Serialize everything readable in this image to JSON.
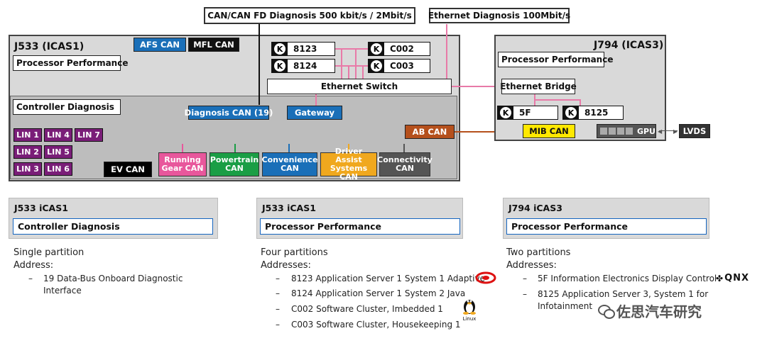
{
  "top_labels": {
    "can_diag": "CAN/CAN FD Diagnosis 500 kbit/s / 2Mbit/s",
    "eth_diag": "Ethernet Diagnosis 100Mbit/s"
  },
  "j533": {
    "title": "J533 (ICAS1)",
    "processor_performance": "Processor Performance",
    "afs_can": "AFS CAN",
    "mfl_can": "MFL CAN",
    "controller_diagnosis": "Controller Diagnosis",
    "diagnosis_can": "Diagnosis CAN (19)",
    "gateway": "Gateway",
    "ab_can": "AB CAN",
    "ev_can": "EV CAN",
    "ethernet_switch": "Ethernet Switch",
    "lins": [
      "LIN 1",
      "LIN 4",
      "LIN 7",
      "LIN 2",
      "LIN 5",
      "LIN 3",
      "LIN 6"
    ],
    "processors": [
      "8123",
      "8124",
      "C002",
      "C003"
    ],
    "buses": [
      {
        "label": "Running Gear CAN",
        "color": "#e8579c"
      },
      {
        "label": "Powertrain CAN",
        "color": "#1a9e45"
      },
      {
        "label": "Convenience CAN",
        "color": "#1a6fb8"
      },
      {
        "label": "Driver Assist Systems CAN",
        "color": "#f0a81e"
      },
      {
        "label": "Connectivity CAN",
        "color": "#555555"
      }
    ]
  },
  "j794": {
    "title": "J794 (ICAS3)",
    "processor_performance": "Processor Performance",
    "ethernet_bridge": "Ethernet Bridge",
    "processors": [
      "5F",
      "8125"
    ],
    "mib_can": "MIB CAN",
    "gpu": "GPU",
    "lvds": "LVDS"
  },
  "chip_glyph": "K",
  "bottom": [
    {
      "head": "J533 iCAS1",
      "box": "Controller Diagnosis",
      "partitions": "Single partition",
      "addresses": "Address:",
      "items": [
        "19 Data-Bus Onboard Diagnostic",
        "Interface"
      ]
    },
    {
      "head": "J533 iCAS1",
      "box": "Processor Performance",
      "partitions": "Four partitions",
      "addresses": "Addresses:",
      "items": [
        "8123 Application Server 1 System 1 Adaptive",
        "8124 Application Server 1 System 2 Java",
        "C002 Software Cluster, Imbedded 1",
        "C003 Software Cluster, Housekeeping 1"
      ],
      "linux_label": "Linux"
    },
    {
      "head": "J794 iCAS3",
      "box": "Processor Performance",
      "partitions": "Two partitions",
      "addresses": "Addresses:",
      "items": [
        "5F Information Electronics Display Control",
        "8125 Application Server 3, System 1 for",
        "Infotainment"
      ],
      "qnx_label": "QNX"
    }
  ],
  "watermark": "佐思汽车研究",
  "colors": {
    "afs": "#1a6fb8",
    "mfl": "#111111",
    "diag": "#1a6fb8",
    "gateway": "#1a6fb8",
    "abcan": "#b5501c",
    "mib": "#ffe800",
    "line_pink": "#e87aa8",
    "line_brown": "#b5501c"
  }
}
